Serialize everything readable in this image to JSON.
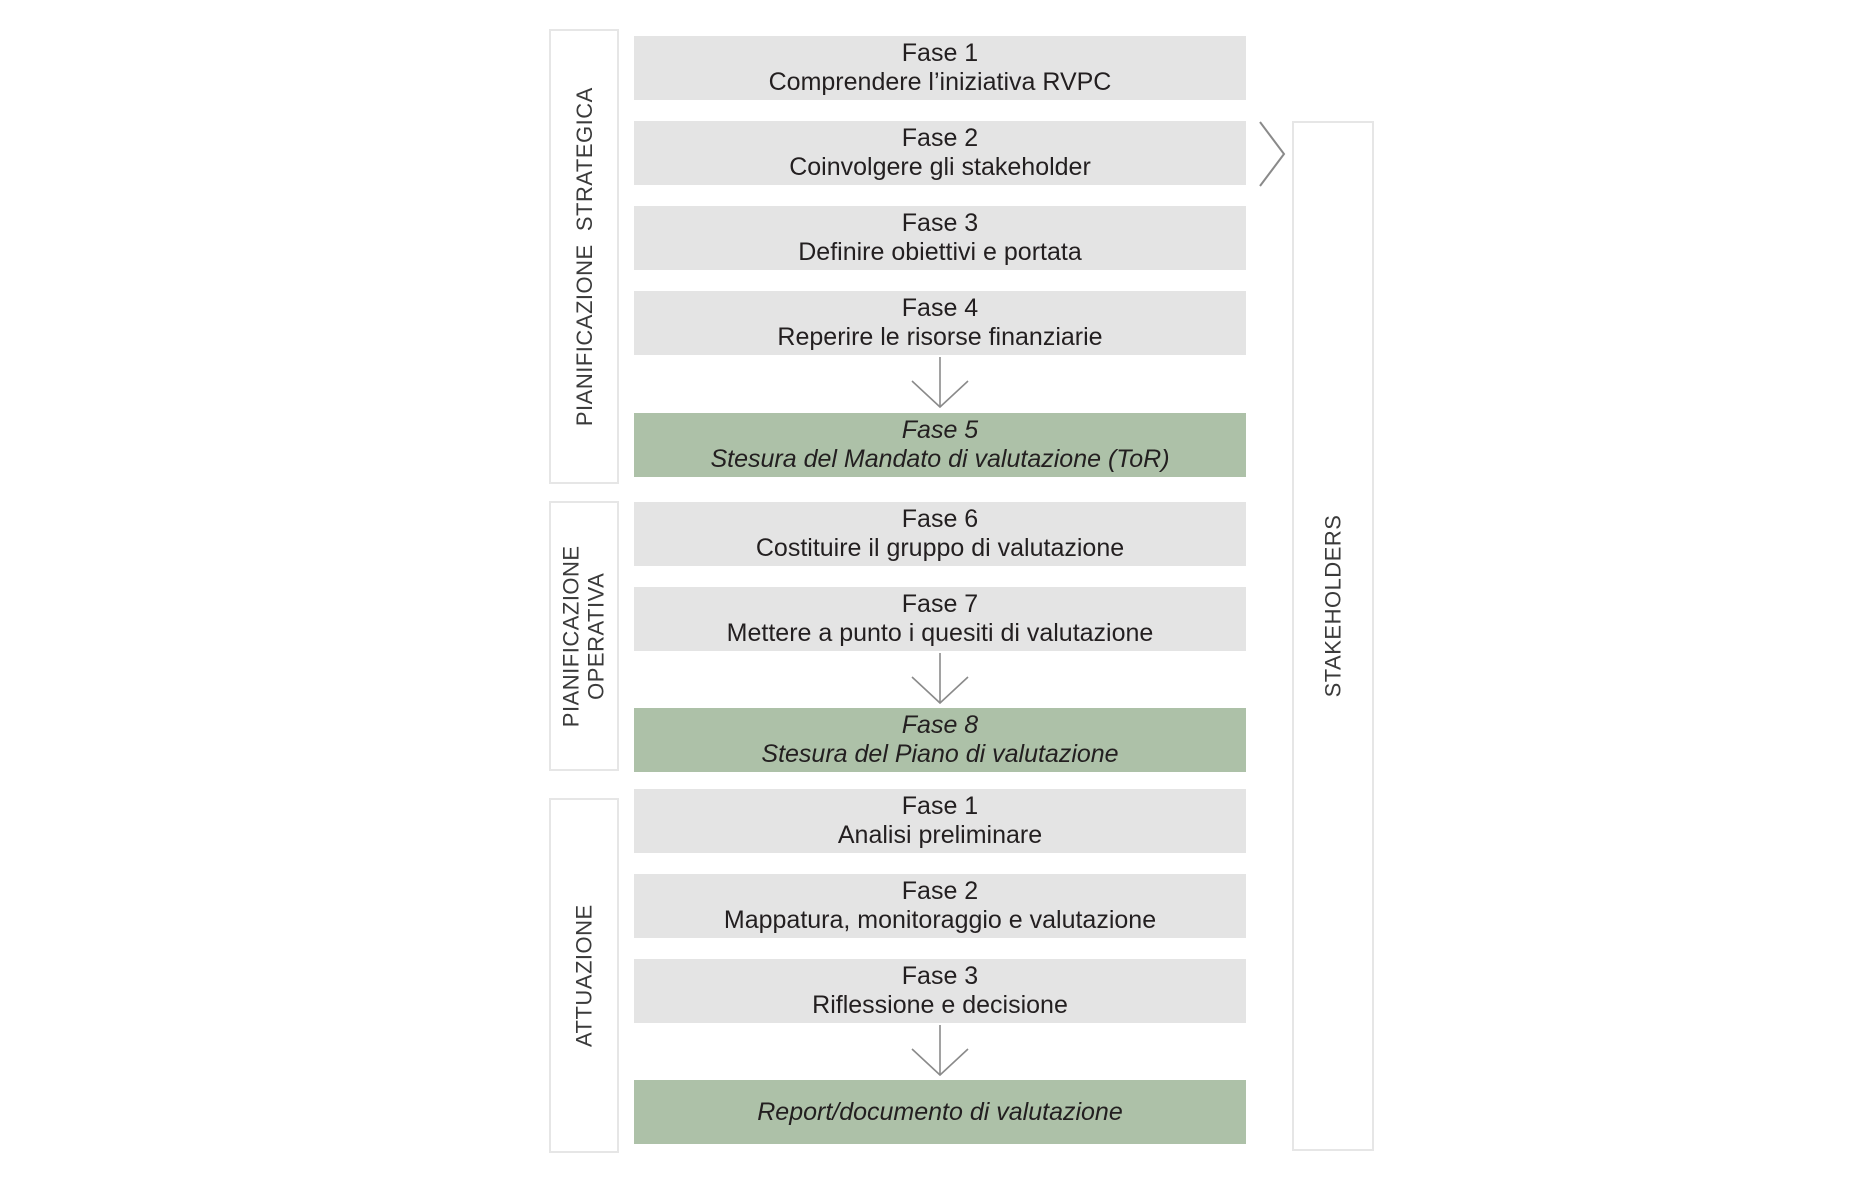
{
  "diagram": {
    "colors": {
      "phase_grey": "#e4e4e4",
      "phase_green": "#adc1a8",
      "border_grey": "#e6e6e6",
      "text": "#231f20",
      "background": "#ffffff"
    },
    "sections": [
      {
        "id": "pianificazione-strategica",
        "label": "PIANIFICAZIONE  STRATEGICA",
        "phases": [
          {
            "title": "Fase 1",
            "description": "Comprendere l’iniziativa RVPC",
            "style": "grey"
          },
          {
            "title": "Fase 2",
            "description": "Coinvolgere gli stakeholder",
            "style": "grey"
          },
          {
            "title": "Fase 3",
            "description": "Definire obiettivi e portata",
            "style": "grey"
          },
          {
            "title": "Fase 4",
            "description": "Reperire le risorse finanziarie",
            "style": "grey"
          },
          {
            "title": "Fase 5",
            "description": "Stesura del Mandato di valutazione (ToR)",
            "style": "green"
          }
        ]
      },
      {
        "id": "pianificazione-operativa",
        "label": "PIANIFICAZIONE\nOPERATIVA",
        "phases": [
          {
            "title": "Fase 6",
            "description": "Costituire il gruppo di valutazione",
            "style": "grey"
          },
          {
            "title": "Fase 7",
            "description": "Mettere a punto i quesiti di valutazione",
            "style": "grey"
          },
          {
            "title": "Fase 8",
            "description": "Stesura del Piano di valutazione",
            "style": "green"
          }
        ]
      },
      {
        "id": "attuazione",
        "label": "ATTUAZIONE",
        "phases": [
          {
            "title": "Fase 1",
            "description": "Analisi preliminare",
            "style": "grey"
          },
          {
            "title": "Fase 2",
            "description": "Mappatura, monitoraggio e valutazione",
            "style": "grey"
          },
          {
            "title": "Fase 3",
            "description": "Riflessione e decisione",
            "style": "grey"
          },
          {
            "title": "",
            "description": "Report/documento di valutazione",
            "style": "green"
          }
        ]
      }
    ],
    "stakeholders": {
      "label": "STAKEHOLDERS"
    }
  }
}
